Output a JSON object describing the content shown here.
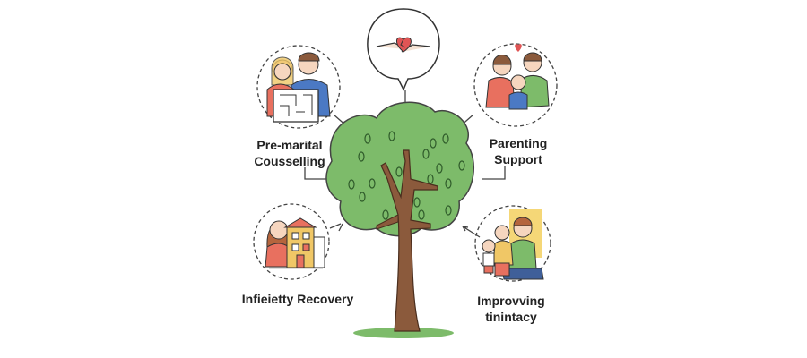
{
  "labels": {
    "top_left": [
      "Pre-marital",
      "Cousselling"
    ],
    "top_right": [
      "Parenting",
      "Support"
    ],
    "bottom_left": [
      "Infieietty Recovery"
    ],
    "bottom_right": [
      "Improvving",
      "tinintacy"
    ]
  },
  "colors": {
    "canopy": "#7dbb6a",
    "trunk": "#8b5a3c",
    "outline": "#333333",
    "heart": "#e05555"
  }
}
